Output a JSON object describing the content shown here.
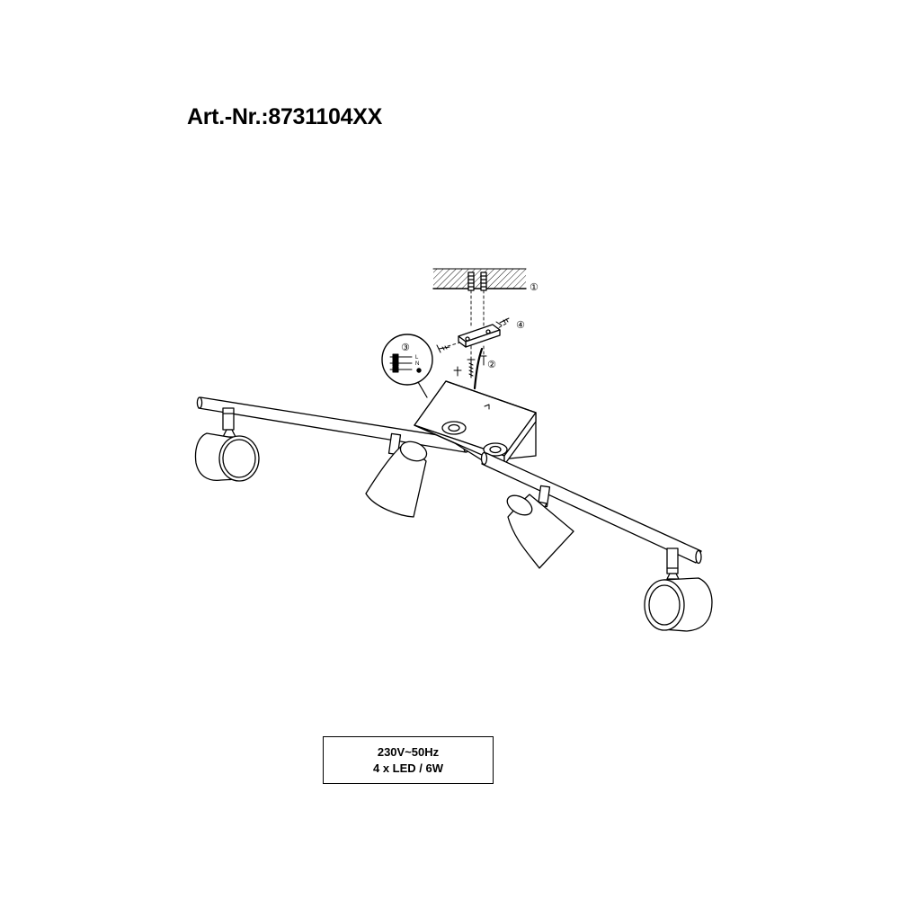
{
  "article_number": "Art.-Nr.:8731104XX",
  "specs": {
    "voltage": "230V~50Hz",
    "bulbs": "4 x LED / 6W"
  },
  "step_markers": [
    "①",
    "②",
    "③",
    "④"
  ],
  "wiring_labels": [
    "L",
    "N"
  ]
}
